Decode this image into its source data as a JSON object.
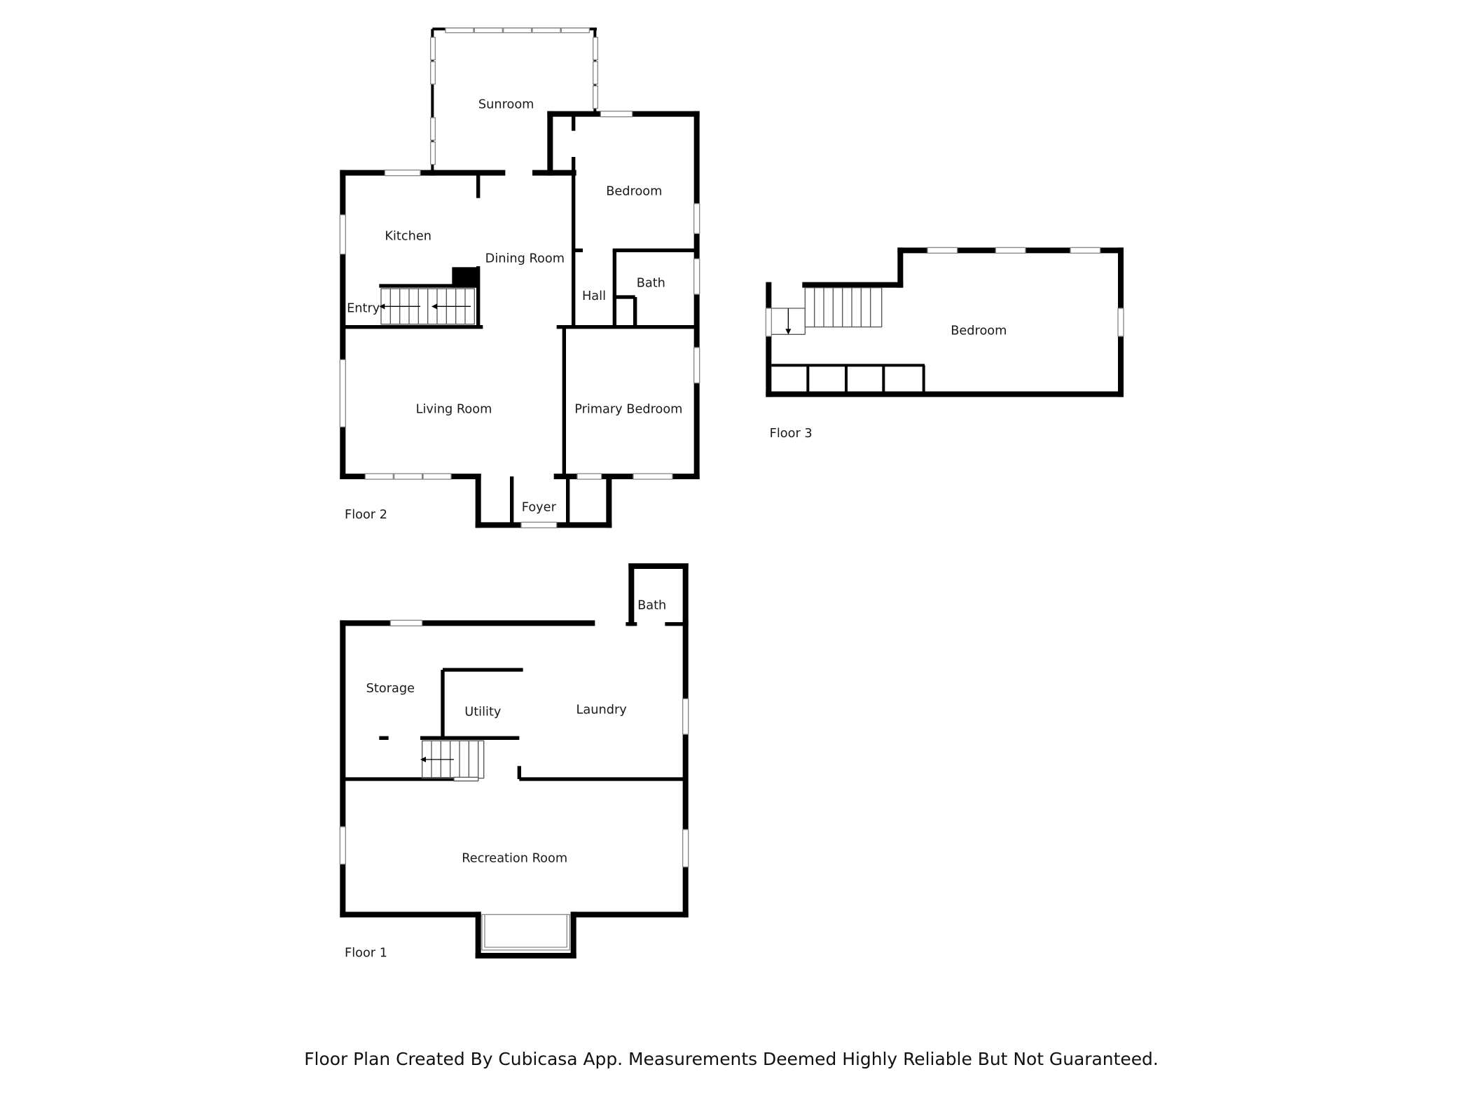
{
  "colors": {
    "wall": "#000000",
    "window_frame": "#8a8a8a",
    "stair_line": "#555555",
    "background": "#ffffff"
  },
  "floors": {
    "floor2": {
      "label": "Floor 2",
      "rooms": {
        "sunroom": "Sunroom",
        "kitchen": "Kitchen",
        "dining": "Dining Room",
        "bedroom": "Bedroom",
        "bath": "Bath",
        "hall": "Hall",
        "entry": "Entry",
        "living": "Living Room",
        "primary": "Primary Bedroom",
        "foyer": "Foyer"
      }
    },
    "floor3": {
      "label": "Floor 3",
      "rooms": {
        "bedroom": "Bedroom"
      }
    },
    "floor1": {
      "label": "Floor 1",
      "rooms": {
        "bath": "Bath",
        "storage": "Storage",
        "utility": "Utility",
        "laundry": "Laundry",
        "recreation": "Recreation Room"
      }
    }
  },
  "footer": "Floor Plan Created By Cubicasa App. Measurements Deemed Highly Reliable But Not Guaranteed."
}
